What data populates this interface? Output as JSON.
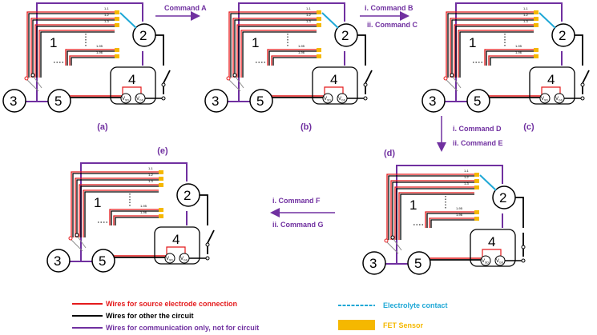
{
  "colors": {
    "purple": "#7030a0",
    "red": "#e41a1c",
    "black": "#000000",
    "electrolyte": "#1fa8d6",
    "sensor": "#f5b800",
    "gray": "#8c8c8c"
  },
  "panels": [
    {
      "label": "(a)",
      "contact": true,
      "switch_closed": false
    },
    {
      "label": "(b)",
      "contact": true,
      "switch_closed": false
    },
    {
      "label": "(c)",
      "contact": true,
      "switch_closed": false
    },
    {
      "label": "(d)",
      "contact": true,
      "switch_closed": true
    },
    {
      "label": "(e)",
      "contact": false,
      "switch_closed": false
    }
  ],
  "panel_text": {
    "node1": "1",
    "node2": "2",
    "node3": "3",
    "node4": "4",
    "node5": "5",
    "ch1": "1-1",
    "ch2": "1-2",
    "ch3": "1-3",
    "ch95": "1-95",
    "ch96": "1-96",
    "vsd_main": "V",
    "vsd_sub": "SD",
    "vgs_main": "V",
    "vgs_sub": "GS"
  },
  "commands": {
    "ab": [
      "Command A"
    ],
    "bc": [
      "i. Command B",
      "ii. Command C"
    ],
    "cd": [
      "i. Command D",
      "ii. Command E"
    ],
    "de": [
      "i. Command F",
      "ii. Command G"
    ]
  },
  "legend": {
    "red_label": "Wires for source electrode connection",
    "black_label": "Wires for other the circuit",
    "purple_label": "Wires for communication only, not for circuit",
    "electrolyte_label": "Electrolyte contact",
    "sensor_label": "FET Sensor"
  }
}
